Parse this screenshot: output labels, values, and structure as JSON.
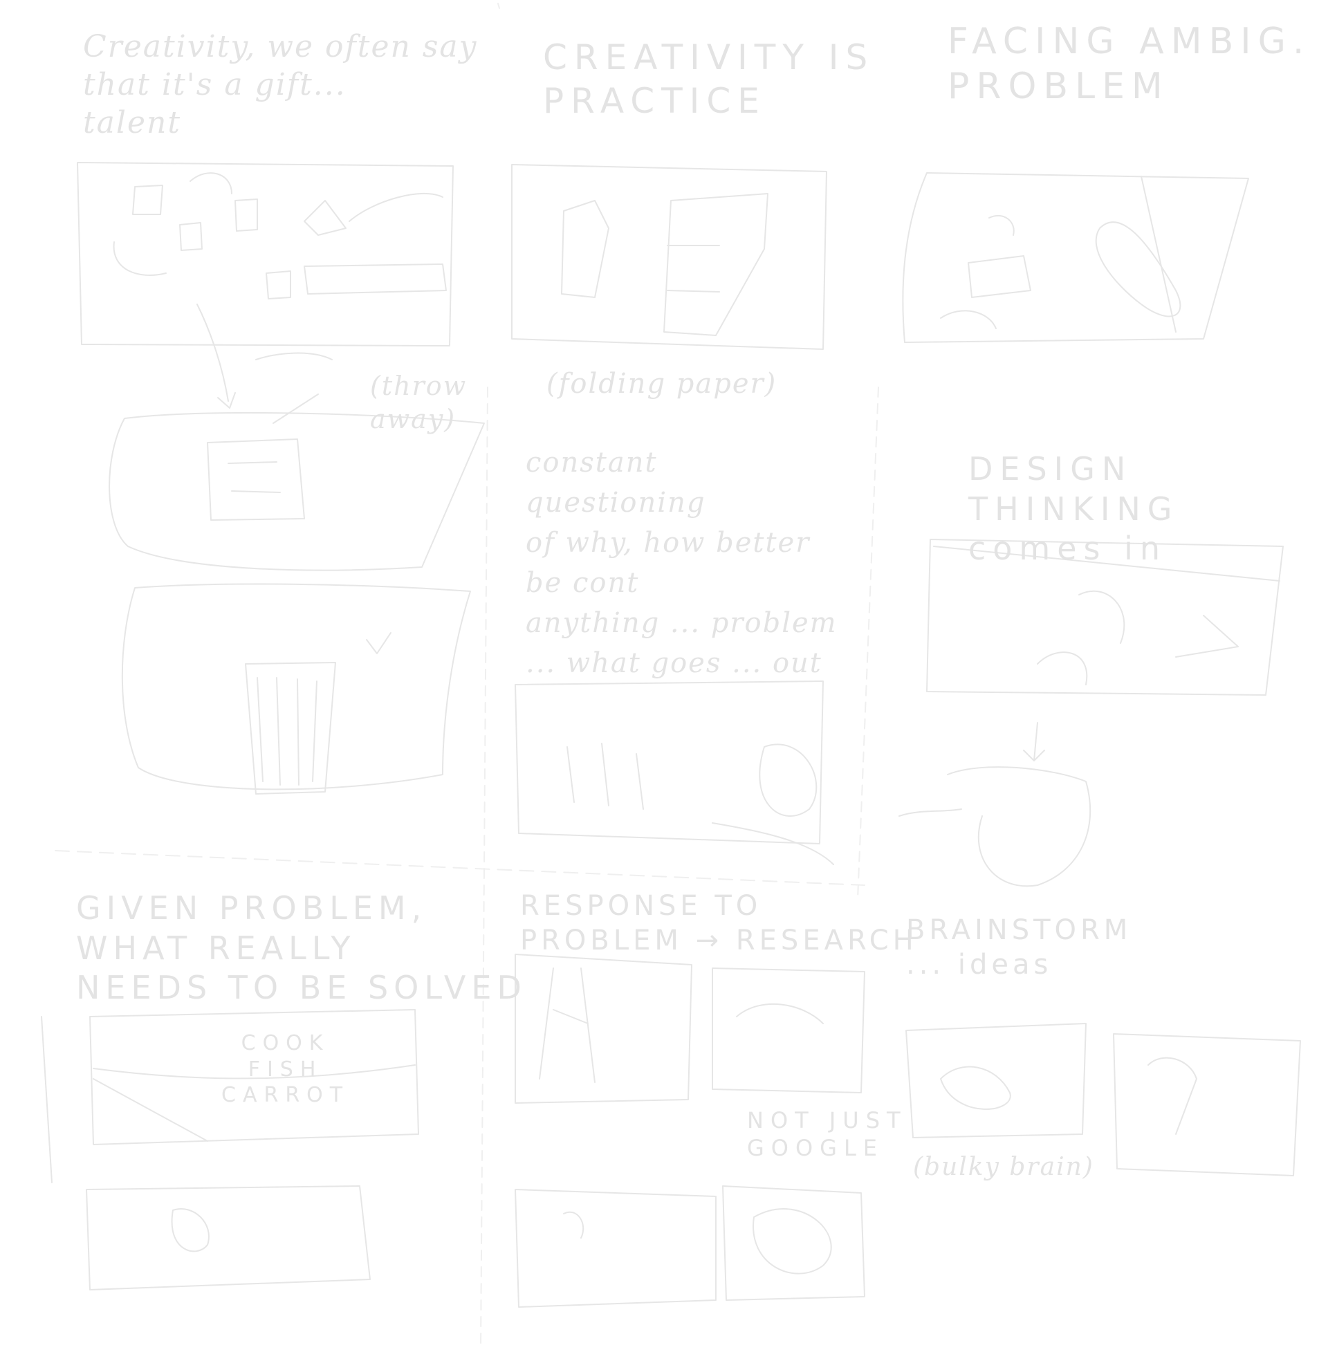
{
  "notes": {
    "intro": "Creativity, we often say\nthat it's a gift...\ntalent",
    "practice": "CREATIVITY IS\nPRACTICE",
    "facing": "FACING AMBIG.\nPROBLEM",
    "folding": "(folding paper)",
    "crumple": "(throw\naway)",
    "questioning": "constant\nquestioning\nof   why, how better\nbe   cont\nanything ... problem\n... what goes ... out",
    "design": "DESIGN\nTHINKING\ncomes in",
    "given": "GIVEN PROBLEM,\nWHAT REALLY\nNEEDS TO BE SOLVED",
    "response": "RESPONSE  TO\nPROBLEM → RESEARCH",
    "brainstorm": "BRAINSTORM\n... ideas",
    "brain": "(bulky brain)",
    "not_just": "NOT JUST\nGOOGLE",
    "cook": "COOK\nFISH\nCARROT"
  }
}
